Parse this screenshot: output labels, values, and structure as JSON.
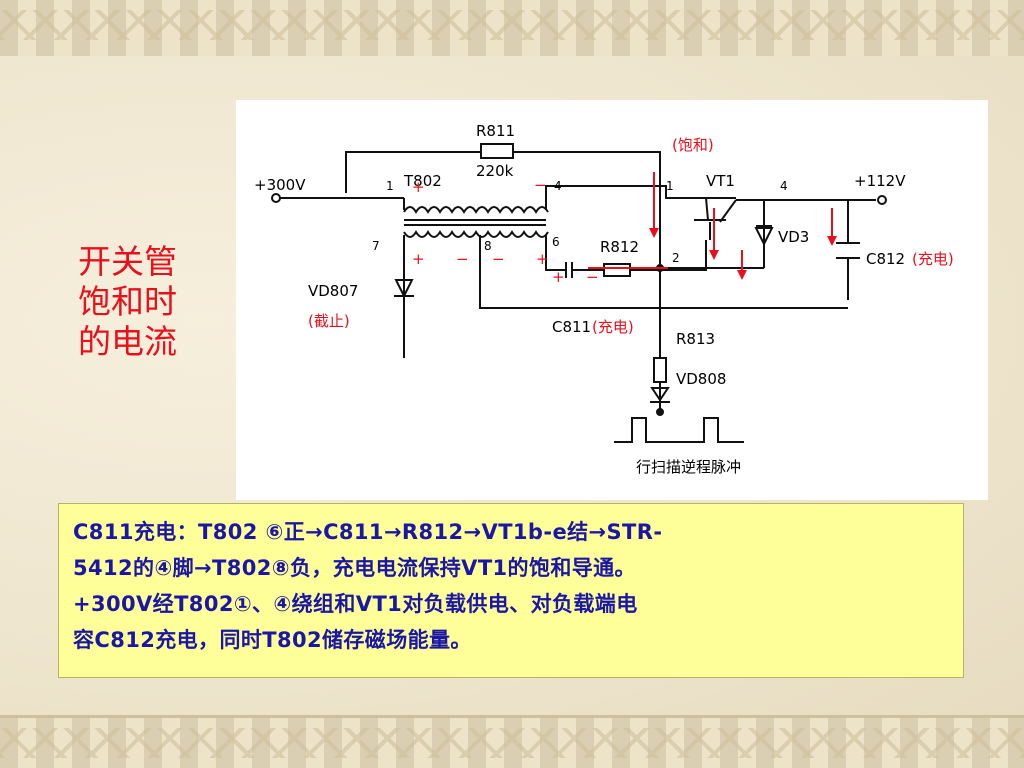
{
  "slide": {
    "title_lines": [
      "开关管",
      "饱和时",
      "的电流"
    ],
    "description_lines": [
      "C811充电：T802  ⑥正→C811→R812→VT1b-e结→STR-",
      "5412的④脚→T802⑧负，充电电流保持VT1的饱和导通。",
      "+300V经T802①、④绕组和VT1对负载供电、对负载端电",
      "容C812充电，同时T802储存磁场能量。"
    ]
  },
  "circuit": {
    "labels": {
      "r811": "R811",
      "r811_value": "220k",
      "plus300v": "+300V",
      "t802": "T802",
      "pin1_left": "1",
      "pin4_left": "4",
      "pin1_vt1": "1",
      "pin2_vt1": "2",
      "pin4_right": "4",
      "vt1": "VT1",
      "plus112v": "+112V",
      "saturation_note": "(饱和)",
      "pin7": "7",
      "pin8": "8",
      "pin6": "6",
      "r812": "R812",
      "vd3": "VD3",
      "c812": "C812",
      "c812_note": "(充电)",
      "vd807": "VD807",
      "vd807_note": "(截止)",
      "c811": "C811",
      "c811_note": "(充电)",
      "r813": "R813",
      "vd808": "VD808",
      "flyback_pulse": "行扫描逆程脉冲"
    },
    "colors": {
      "wire": "#111111",
      "annotation": "#e8101c"
    }
  }
}
